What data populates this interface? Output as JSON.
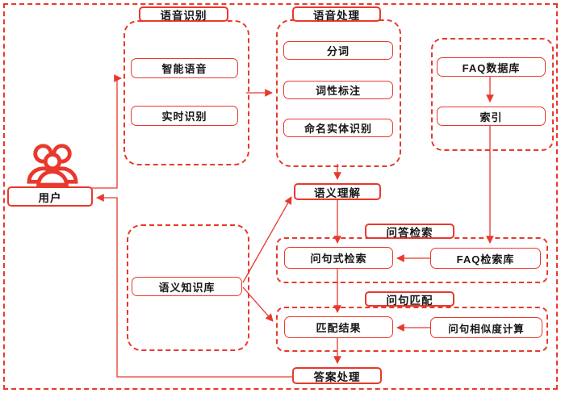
{
  "colors": {
    "accent_red": "#E8392C",
    "text": "#161616",
    "background": "#FFFFFF"
  },
  "nodes": {
    "user": {
      "label": "用户",
      "icon": "user-group-icon"
    },
    "semantic_understanding": {
      "label": "语义理解"
    },
    "answer_processing": {
      "label": "答案处理"
    }
  },
  "groups": {
    "speech_recognition": {
      "title": "语音识别",
      "items": {
        "smart_voice": "智能语音",
        "realtime_recognition": "实时识别"
      }
    },
    "speech_processing": {
      "title": "语音处理",
      "items": {
        "word_segmentation": "分词",
        "pos_tagging": "词性标注",
        "named_entity_recognition": "命名实体识别"
      }
    },
    "faq_database_group": {
      "items": {
        "faq_database": "FAQ数据库",
        "index": "索引"
      }
    },
    "qa_retrieval": {
      "title": "问答检索",
      "items": {
        "question_pattern_retrieval": "问句式检索",
        "faq_retrieval_library": "FAQ检索库"
      }
    },
    "question_matching": {
      "title": "问句匹配",
      "items": {
        "match_result": "匹配结果",
        "question_similarity_calculation": "问句相似度计算"
      }
    },
    "semantic_knowledge": {
      "items": {
        "semantic_knowledge_base": "语义知识库"
      }
    }
  }
}
